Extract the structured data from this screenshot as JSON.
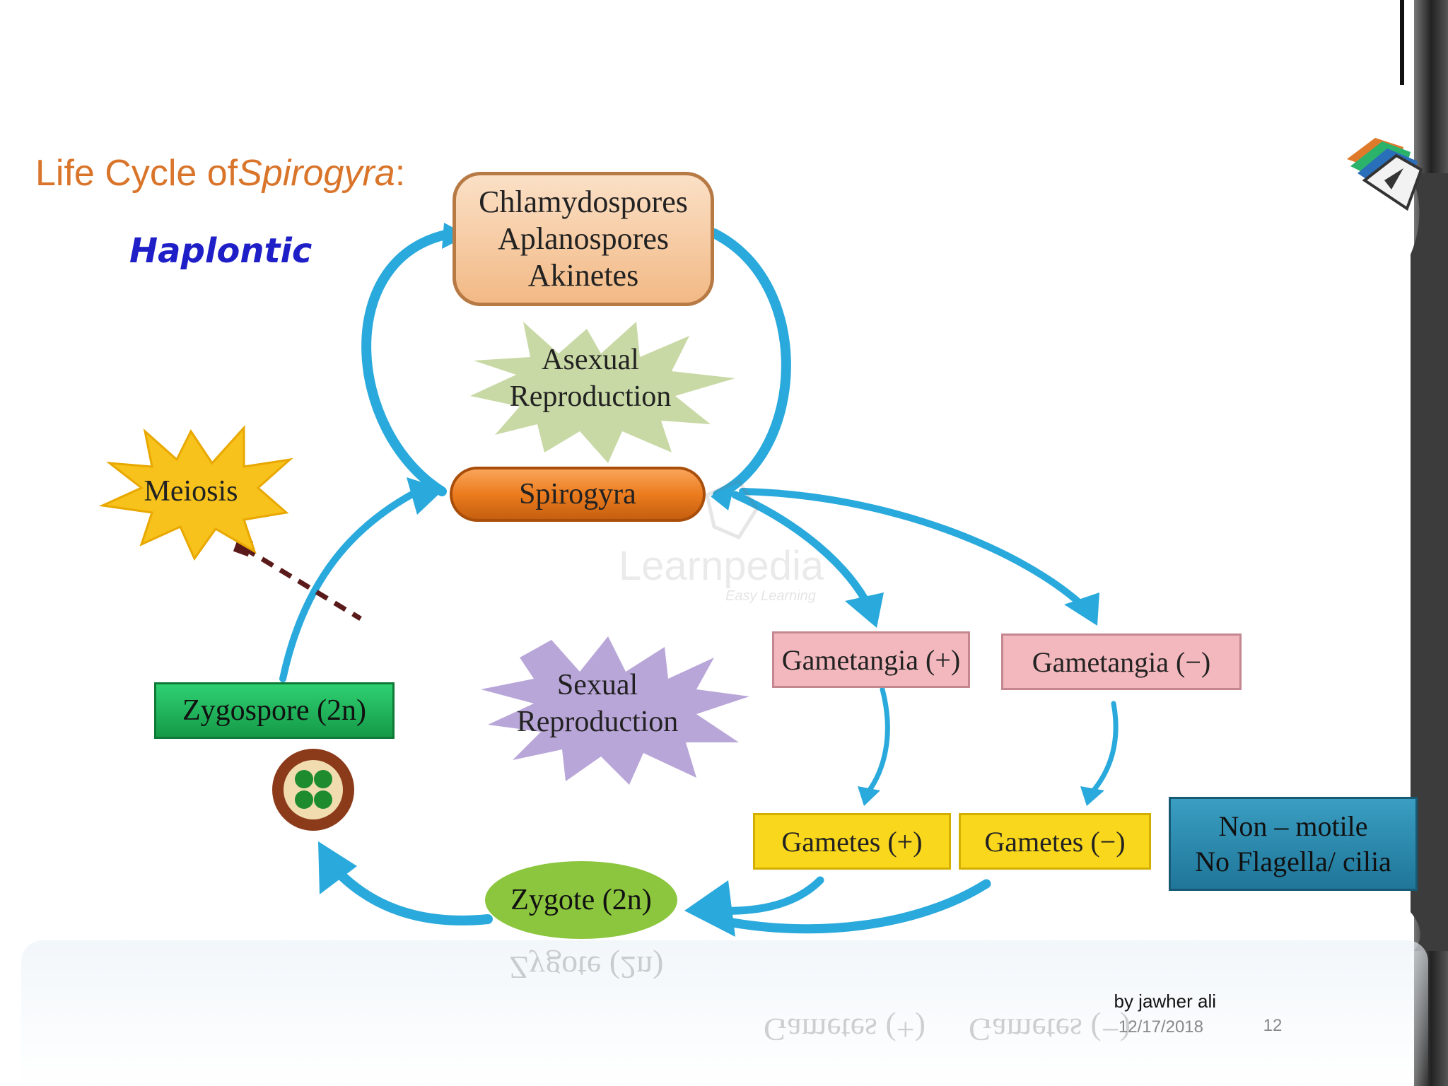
{
  "slide": {
    "title_prefix": "Life Cycle of ",
    "title_italic": "Spirogyra",
    "title_suffix": ":",
    "subtitle": "Haplontic",
    "footer_author": "by jawher ali",
    "footer_date": "12/17/2018",
    "page_number": "12",
    "watermark_brand": "Learnpedia",
    "watermark_tagline": "Easy Learning"
  },
  "nodes": {
    "spores": [
      "Chlamydospores",
      "Aplanospores",
      "Akinetes"
    ],
    "asexual": [
      "Asexual",
      "Reproduction"
    ],
    "spirogyra": "Spirogyra",
    "meiosis": "Meiosis",
    "zygospore": "Zygospore (2n)",
    "sexual": [
      "Sexual",
      "Reproduction"
    ],
    "gametangia_plus": "Gametangia (+)",
    "gametangia_minus": "Gametangia (−)",
    "gametes_plus": "Gametes (+)",
    "gametes_minus": "Gametes (−)",
    "non_motile": [
      "Non – motile",
      "No Flagella/ cilia"
    ],
    "zygote": "Zygote (2n)"
  },
  "colors": {
    "title": "#d9752b",
    "subtitle": "#1f1fc8",
    "arrow": "#29a9dc",
    "spores_fill": "#f7c89c",
    "spirogyra_fill": "#ec7c1e",
    "asexual_burst": "#c9d9a6",
    "sexual_burst": "#b9a6d9",
    "meiosis_burst": "#f7c21b",
    "zygospore_fill": "#20b358",
    "gametangia_fill": "#f3b8bd",
    "gametes_fill": "#f9d71c",
    "non_motile_fill": "#2d8fb3",
    "zygote_fill": "#8cc63f",
    "dashed_line": "#5a1a1a"
  }
}
